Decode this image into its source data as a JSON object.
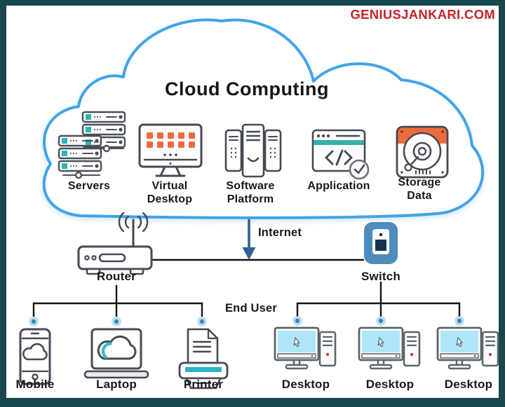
{
  "watermark": "GENIUSJANKARI.COM",
  "cloud": {
    "title": "Cloud Computing",
    "items": [
      {
        "label": "Servers",
        "icon": "servers-icon"
      },
      {
        "label": "Virtual Desktop",
        "icon": "virtual-desktop-icon"
      },
      {
        "label": "Software Platform",
        "icon": "software-platform-icon"
      },
      {
        "label": "Application",
        "icon": "application-icon"
      },
      {
        "label": "Storage Data",
        "icon": "storage-data-icon"
      }
    ]
  },
  "network": {
    "internet_label": "Internet",
    "router_label": "Router",
    "switch_label": "Switch",
    "end_user_label": "End User"
  },
  "devices": {
    "router_group": [
      {
        "label": "Mobile",
        "icon": "mobile-icon"
      },
      {
        "label": "Laptop",
        "icon": "laptop-icon"
      },
      {
        "label": "Printer",
        "icon": "printer-icon"
      }
    ],
    "switch_group": [
      {
        "label": "Desktop",
        "icon": "desktop-icon"
      },
      {
        "label": "Desktop",
        "icon": "desktop-icon"
      },
      {
        "label": "Desktop",
        "icon": "desktop-icon"
      }
    ]
  },
  "colors": {
    "border_teal": "#19474e",
    "cloud_outline_blue": "#41a4e8",
    "accent_teal": "#2fb3b4",
    "accent_orange": "#ed6a3f",
    "switch_blue": "#4d8cbc",
    "arrow_blue": "#2e6390",
    "watermark_red": "#c2242e",
    "screen_cyan": "#aee6f7",
    "line_black": "#141414"
  }
}
